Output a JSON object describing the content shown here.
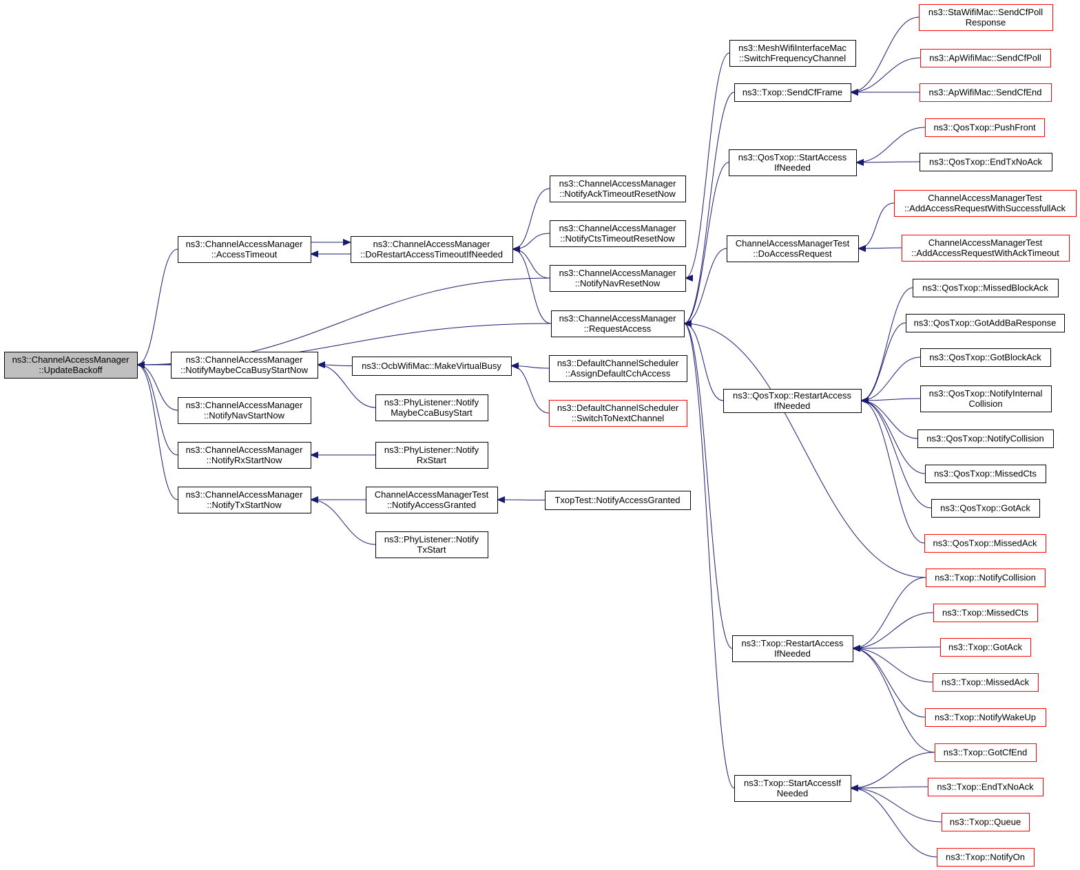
{
  "diagram": {
    "nodes": [
      {
        "id": "root",
        "lines": [
          "ns3::ChannelAccessManager",
          "::UpdateBackoff"
        ],
        "style": "root"
      },
      {
        "id": "accessTimeout",
        "lines": [
          "ns3::ChannelAccessManager",
          "::AccessTimeout"
        ]
      },
      {
        "id": "doRestart",
        "lines": [
          "ns3::ChannelAccessManager",
          "::DoRestartAccessTimeoutIfNeeded"
        ]
      },
      {
        "id": "ackReset",
        "lines": [
          "ns3::ChannelAccessManager",
          "::NotifyAckTimeoutResetNow"
        ]
      },
      {
        "id": "ctsReset",
        "lines": [
          "ns3::ChannelAccessManager",
          "::NotifyCtsTimeoutResetNow"
        ]
      },
      {
        "id": "navReset",
        "lines": [
          "ns3::ChannelAccessManager",
          "::NotifyNavResetNow"
        ]
      },
      {
        "id": "requestAccess",
        "lines": [
          "ns3::ChannelAccessManager",
          "::RequestAccess"
        ]
      },
      {
        "id": "maybeCca",
        "lines": [
          "ns3::ChannelAccessManager",
          "::NotifyMaybeCcaBusyStartNow"
        ]
      },
      {
        "id": "navStart",
        "lines": [
          "ns3::ChannelAccessManager",
          "::NotifyNavStartNow"
        ]
      },
      {
        "id": "rxStart",
        "lines": [
          "ns3::ChannelAccessManager",
          "::NotifyRxStartNow"
        ]
      },
      {
        "id": "txStart",
        "lines": [
          "ns3::ChannelAccessManager",
          "::NotifyTxStartNow"
        ]
      },
      {
        "id": "ocbBusy",
        "lines": [
          "ns3::OcbWifiMac::MakeVirtualBusy"
        ]
      },
      {
        "id": "phyCca",
        "lines": [
          "ns3::PhyListener::Notify",
          "MaybeCcaBusyStart"
        ]
      },
      {
        "id": "phyRx",
        "lines": [
          "ns3::PhyListener::Notify",
          "RxStart"
        ]
      },
      {
        "id": "camtGranted",
        "lines": [
          "ChannelAccessManagerTest",
          "::NotifyAccessGranted"
        ]
      },
      {
        "id": "phyTx",
        "lines": [
          "ns3::PhyListener::Notify",
          "TxStart"
        ]
      },
      {
        "id": "txopTestGranted",
        "lines": [
          "TxopTest::NotifyAccessGranted"
        ]
      },
      {
        "id": "assignCch",
        "lines": [
          "ns3::DefaultChannelScheduler",
          "::AssignDefaultCchAccess"
        ]
      },
      {
        "id": "switchNext",
        "lines": [
          "ns3::DefaultChannelScheduler",
          "::SwitchToNextChannel"
        ],
        "style": "red"
      },
      {
        "id": "meshSwitch",
        "lines": [
          "ns3::MeshWifiInterfaceMac",
          "::SwitchFrequencyChannel"
        ]
      },
      {
        "id": "sendCfFrame",
        "lines": [
          "ns3::Txop::SendCfFrame"
        ]
      },
      {
        "id": "qosStartIf",
        "lines": [
          "ns3::QosTxop::StartAccess",
          "IfNeeded"
        ]
      },
      {
        "id": "camtDoAccess",
        "lines": [
          "ChannelAccessManagerTest",
          "::DoAccessRequest"
        ]
      },
      {
        "id": "qosRestart",
        "lines": [
          "ns3::QosTxop::RestartAccess",
          "IfNeeded"
        ]
      },
      {
        "id": "txopRestart",
        "lines": [
          "ns3::Txop::RestartAccess",
          "IfNeeded"
        ]
      },
      {
        "id": "txopStartIf",
        "lines": [
          "ns3::Txop::StartAccessIf",
          "Needed"
        ]
      },
      {
        "id": "staSendCfPoll",
        "lines": [
          "ns3::StaWifiMac::SendCfPoll",
          "Response"
        ],
        "style": "red"
      },
      {
        "id": "apSendCfPoll",
        "lines": [
          "ns3::ApWifiMac::SendCfPoll"
        ],
        "style": "red"
      },
      {
        "id": "apSendCfEnd",
        "lines": [
          "ns3::ApWifiMac::SendCfEnd"
        ],
        "style": "red"
      },
      {
        "id": "qosPushFront",
        "lines": [
          "ns3::QosTxop::PushFront"
        ],
        "style": "red"
      },
      {
        "id": "qosEndTxNoAck",
        "lines": [
          "ns3::QosTxop::EndTxNoAck"
        ]
      },
      {
        "id": "camtSuccess",
        "lines": [
          "ChannelAccessManagerTest",
          "::AddAccessRequestWithSuccessfullAck"
        ],
        "style": "red"
      },
      {
        "id": "camtAckTimeout",
        "lines": [
          "ChannelAccessManagerTest",
          "::AddAccessRequestWithAckTimeout"
        ],
        "style": "red"
      },
      {
        "id": "qosMissedBlockAck",
        "lines": [
          "ns3::QosTxop::MissedBlockAck"
        ]
      },
      {
        "id": "qosGotAddBa",
        "lines": [
          "ns3::QosTxop::GotAddBaResponse"
        ]
      },
      {
        "id": "qosGotBlockAck",
        "lines": [
          "ns3::QosTxop::GotBlockAck"
        ]
      },
      {
        "id": "qosNotifyInternal",
        "lines": [
          "ns3::QosTxop::NotifyInternal",
          "Collision"
        ]
      },
      {
        "id": "qosNotifyCollision",
        "lines": [
          "ns3::QosTxop::NotifyCollision"
        ]
      },
      {
        "id": "qosMissedCts",
        "lines": [
          "ns3::QosTxop::MissedCts"
        ]
      },
      {
        "id": "qosGotAck",
        "lines": [
          "ns3::QosTxop::GotAck"
        ]
      },
      {
        "id": "qosMissedAck",
        "lines": [
          "ns3::QosTxop::MissedAck"
        ],
        "style": "red"
      },
      {
        "id": "txopNotifyCollision",
        "lines": [
          "ns3::Txop::NotifyCollision"
        ],
        "style": "red"
      },
      {
        "id": "txopMissedCts",
        "lines": [
          "ns3::Txop::MissedCts"
        ],
        "style": "red"
      },
      {
        "id": "txopGotAck",
        "lines": [
          "ns3::Txop::GotAck"
        ],
        "style": "red"
      },
      {
        "id": "txopMissedAck",
        "lines": [
          "ns3::Txop::MissedAck"
        ],
        "style": "red"
      },
      {
        "id": "txopNotifyWakeUp",
        "lines": [
          "ns3::Txop::NotifyWakeUp"
        ],
        "style": "red"
      },
      {
        "id": "txopGotCfEnd",
        "lines": [
          "ns3::Txop::GotCfEnd"
        ],
        "style": "red"
      },
      {
        "id": "txopEndTxNoAck",
        "lines": [
          "ns3::Txop::EndTxNoAck"
        ],
        "style": "red"
      },
      {
        "id": "txopQueue",
        "lines": [
          "ns3::Txop::Queue"
        ],
        "style": "red"
      },
      {
        "id": "txopNotifyOn",
        "lines": [
          "ns3::Txop::NotifyOn"
        ],
        "style": "red"
      }
    ],
    "edges": [
      [
        "accessTimeout",
        "root"
      ],
      [
        "navReset",
        "root"
      ],
      [
        "requestAccess",
        "root"
      ],
      [
        "maybeCca",
        "root"
      ],
      [
        "navStart",
        "root"
      ],
      [
        "rxStart",
        "root"
      ],
      [
        "txStart",
        "root"
      ],
      [
        "doRestart",
        "accessTimeout"
      ],
      [
        "accessTimeout",
        "doRestart"
      ],
      [
        "ackReset",
        "doRestart"
      ],
      [
        "ctsReset",
        "doRestart"
      ],
      [
        "navReset",
        "doRestart"
      ],
      [
        "requestAccess",
        "doRestart"
      ],
      [
        "ocbBusy",
        "maybeCca"
      ],
      [
        "phyCca",
        "maybeCca"
      ],
      [
        "assignCch",
        "ocbBusy"
      ],
      [
        "switchNext",
        "ocbBusy"
      ],
      [
        "phyRx",
        "rxStart"
      ],
      [
        "camtGranted",
        "txStart"
      ],
      [
        "phyTx",
        "txStart"
      ],
      [
        "txopTestGranted",
        "camtGranted"
      ],
      [
        "meshSwitch",
        "navReset"
      ],
      [
        "sendCfFrame",
        "requestAccess"
      ],
      [
        "qosStartIf",
        "requestAccess"
      ],
      [
        "camtDoAccess",
        "requestAccess"
      ],
      [
        "qosRestart",
        "requestAccess"
      ],
      [
        "txopRestart",
        "requestAccess"
      ],
      [
        "txopStartIf",
        "requestAccess"
      ],
      [
        "txopNotifyCollision",
        "requestAccess"
      ],
      [
        "staSendCfPoll",
        "sendCfFrame"
      ],
      [
        "apSendCfPoll",
        "sendCfFrame"
      ],
      [
        "apSendCfEnd",
        "sendCfFrame"
      ],
      [
        "qosPushFront",
        "qosStartIf"
      ],
      [
        "qosEndTxNoAck",
        "qosStartIf"
      ],
      [
        "camtSuccess",
        "camtDoAccess"
      ],
      [
        "camtAckTimeout",
        "camtDoAccess"
      ],
      [
        "qosMissedBlockAck",
        "qosRestart"
      ],
      [
        "qosGotAddBa",
        "qosRestart"
      ],
      [
        "qosGotBlockAck",
        "qosRestart"
      ],
      [
        "qosNotifyInternal",
        "qosRestart"
      ],
      [
        "qosNotifyCollision",
        "qosRestart"
      ],
      [
        "qosMissedCts",
        "qosRestart"
      ],
      [
        "qosGotAck",
        "qosRestart"
      ],
      [
        "qosMissedAck",
        "qosRestart"
      ],
      [
        "txopNotifyCollision",
        "txopRestart"
      ],
      [
        "txopMissedCts",
        "txopRestart"
      ],
      [
        "txopGotAck",
        "txopRestart"
      ],
      [
        "txopMissedAck",
        "txopRestart"
      ],
      [
        "txopNotifyWakeUp",
        "txopRestart"
      ],
      [
        "txopGotCfEnd",
        "txopRestart"
      ],
      [
        "txopGotCfEnd",
        "txopStartIf"
      ],
      [
        "txopEndTxNoAck",
        "txopStartIf"
      ],
      [
        "txopQueue",
        "txopStartIf"
      ],
      [
        "txopNotifyOn",
        "txopStartIf"
      ]
    ],
    "colors": {
      "edge": "#191970",
      "border": "#000000",
      "border_incomplete": "#ff0000",
      "root_fill": "#bfbfbf",
      "background": "#ffffff"
    }
  }
}
